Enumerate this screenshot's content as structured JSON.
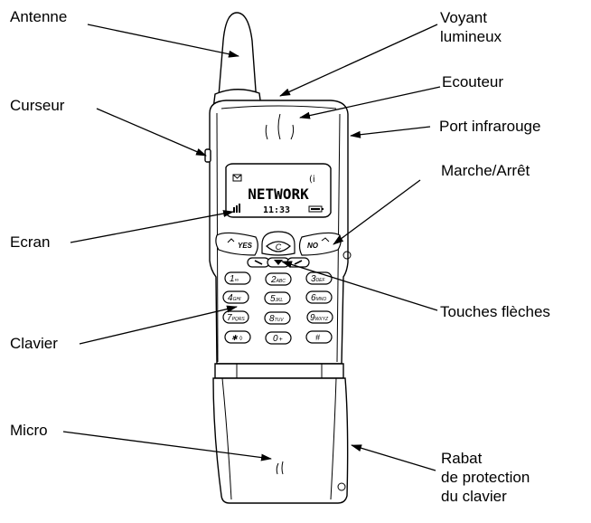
{
  "labels": {
    "antenne": "Antenne",
    "voyant": [
      "Voyant",
      "lumineux"
    ],
    "ecouteur": "Ecouteur",
    "curseur": "Curseur",
    "port": "Port infrarouge",
    "marche": "Marche/Arrêt",
    "ecran": "Ecran",
    "touches": "Touches flèches",
    "clavier": "Clavier",
    "micro": "Micro",
    "rabat": [
      "Rabat",
      "de protection",
      "du clavier"
    ]
  },
  "display": {
    "network": "NETWORK",
    "time": "11:33"
  },
  "keys": {
    "yes": "YES",
    "no": "NO",
    "clear": "C",
    "k1": "1",
    "k1s": "∞",
    "k2": "2",
    "k2s": "ABC",
    "k3": "3",
    "k3s": "DEF",
    "k4": "4",
    "k4s": "GHI",
    "k5": "5",
    "k5s": "JKL",
    "k6": "6",
    "k6s": "MNO",
    "k7": "7",
    "k7s": "PQRS",
    "k8": "8",
    "k8s": "TUV",
    "k9": "9",
    "k9s": "WXYZ",
    "kstar": "✱",
    "kstars": "◊",
    "k0": "0",
    "k0s": "+",
    "khash": "#"
  }
}
